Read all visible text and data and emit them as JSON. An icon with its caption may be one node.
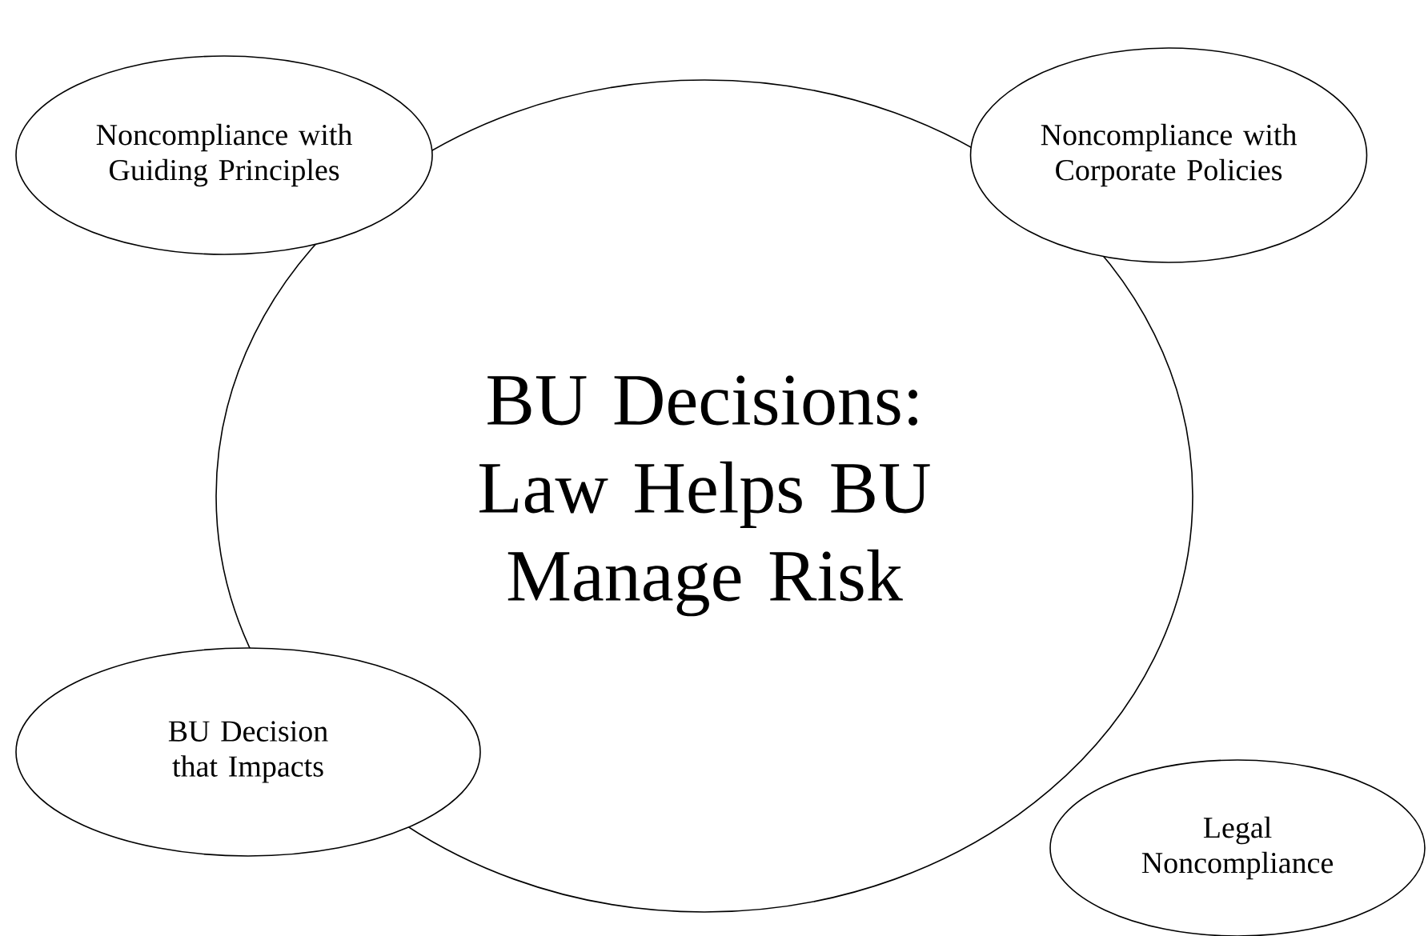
{
  "diagram": {
    "nodes": [
      {
        "text": [
          "Noncompliance with Guiding Principles"
        ]
      },
      {
        "text": [
          "Noncompliance with Corporate Policies"
        ]
      },
      {
        "text": [
          "BU Decisions: Law Helps BU Manage Risk"
        ]
      },
      {
        "text": [
          "BU Decision that Impacts"
        ]
      },
      {
        "text": [
          "Legal Noncompliance"
        ]
      }
    ]
  }
}
